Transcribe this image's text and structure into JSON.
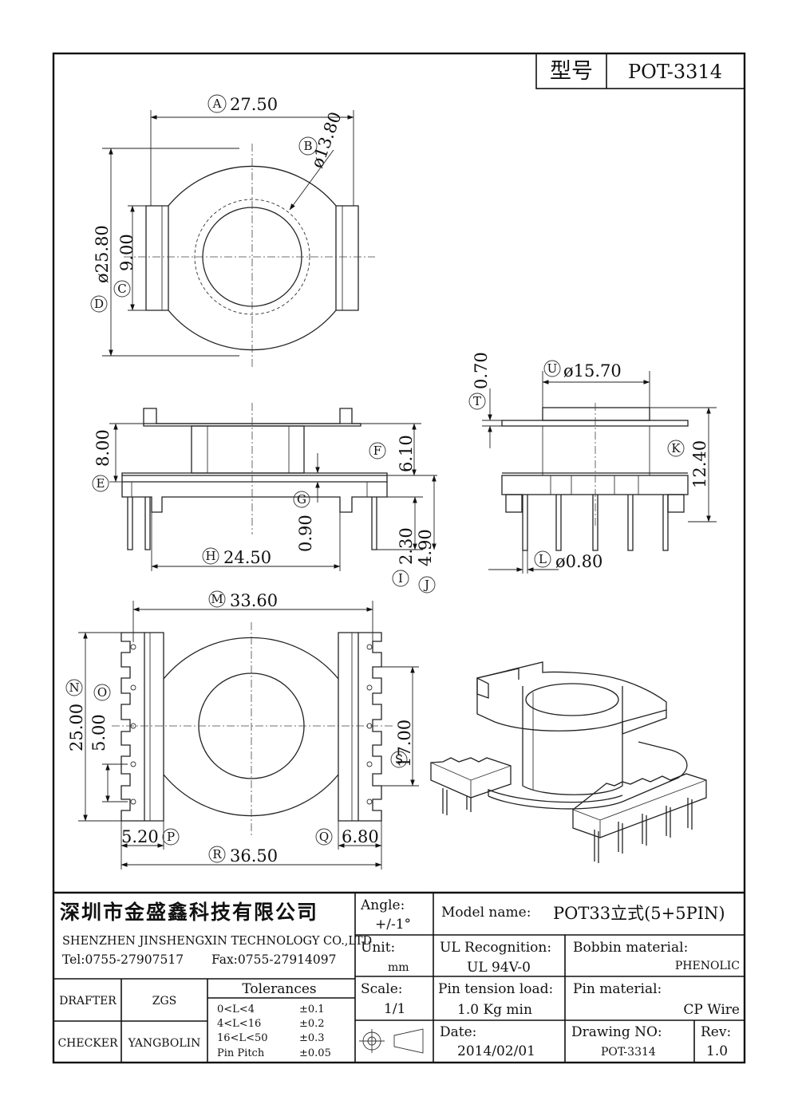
{
  "model_header": {
    "label": "型号",
    "value": "POT-3314"
  },
  "dimensions": {
    "A": "27.50",
    "B": "ø13.80",
    "C": "9.00",
    "D": "ø25.80",
    "E": "8.00",
    "F": "6.10",
    "G": "0.90",
    "H": "24.50",
    "I": "2.30",
    "J": "4.90",
    "K": "12.40",
    "L": "ø0.80",
    "M": "33.60",
    "N": "25.00",
    "O": "5.00",
    "P": "5.20",
    "Q": "6.80",
    "R": "36.50",
    "S": "17.00",
    "T": "0.70",
    "U": "ø15.70"
  },
  "title_block": {
    "company_cn": "深圳市金盛鑫科技有限公司",
    "company_en": "SHENZHEN JINSHENGXIN TECHNOLOGY CO.,LTD",
    "tel": "Tel:0755-27907517",
    "fax": "Fax:0755-27914097",
    "drafter_label": "DRAFTER",
    "drafter": "ZGS",
    "checker_label": "CHECKER",
    "checker": "YANGBOLIN",
    "tolerances_title": "Tolerances",
    "tolerances": [
      {
        "range": "0<L<4",
        "value": "±0.1"
      },
      {
        "range": "4<L<16",
        "value": "±0.2"
      },
      {
        "range": "16<L<50",
        "value": "±0.3"
      },
      {
        "range": "Pin Pitch",
        "value": "±0.05"
      }
    ],
    "angle_label": "Angle:",
    "angle": "+/-1°",
    "unit_label": "Unit:",
    "unit": "mm",
    "scale_label": "Scale:",
    "scale": "1/1",
    "model_label": "Model name:",
    "model": "POT33立式(5+5PIN)",
    "ul_label": "UL Recognition:",
    "ul": "UL 94V-0",
    "bobbin_label": "Bobbin material:",
    "bobbin": "PHENOLIC",
    "pin_tension_label": "Pin tension load:",
    "pin_tension": "1.0 Kg min",
    "pin_material_label": "Pin material:",
    "pin_material": "CP Wire",
    "date_label": "Date:",
    "date": "2014/02/01",
    "drawing_no_label": "Drawing NO:",
    "drawing_no": "POT-3314",
    "rev_label": "Rev:",
    "rev": "1.0"
  }
}
